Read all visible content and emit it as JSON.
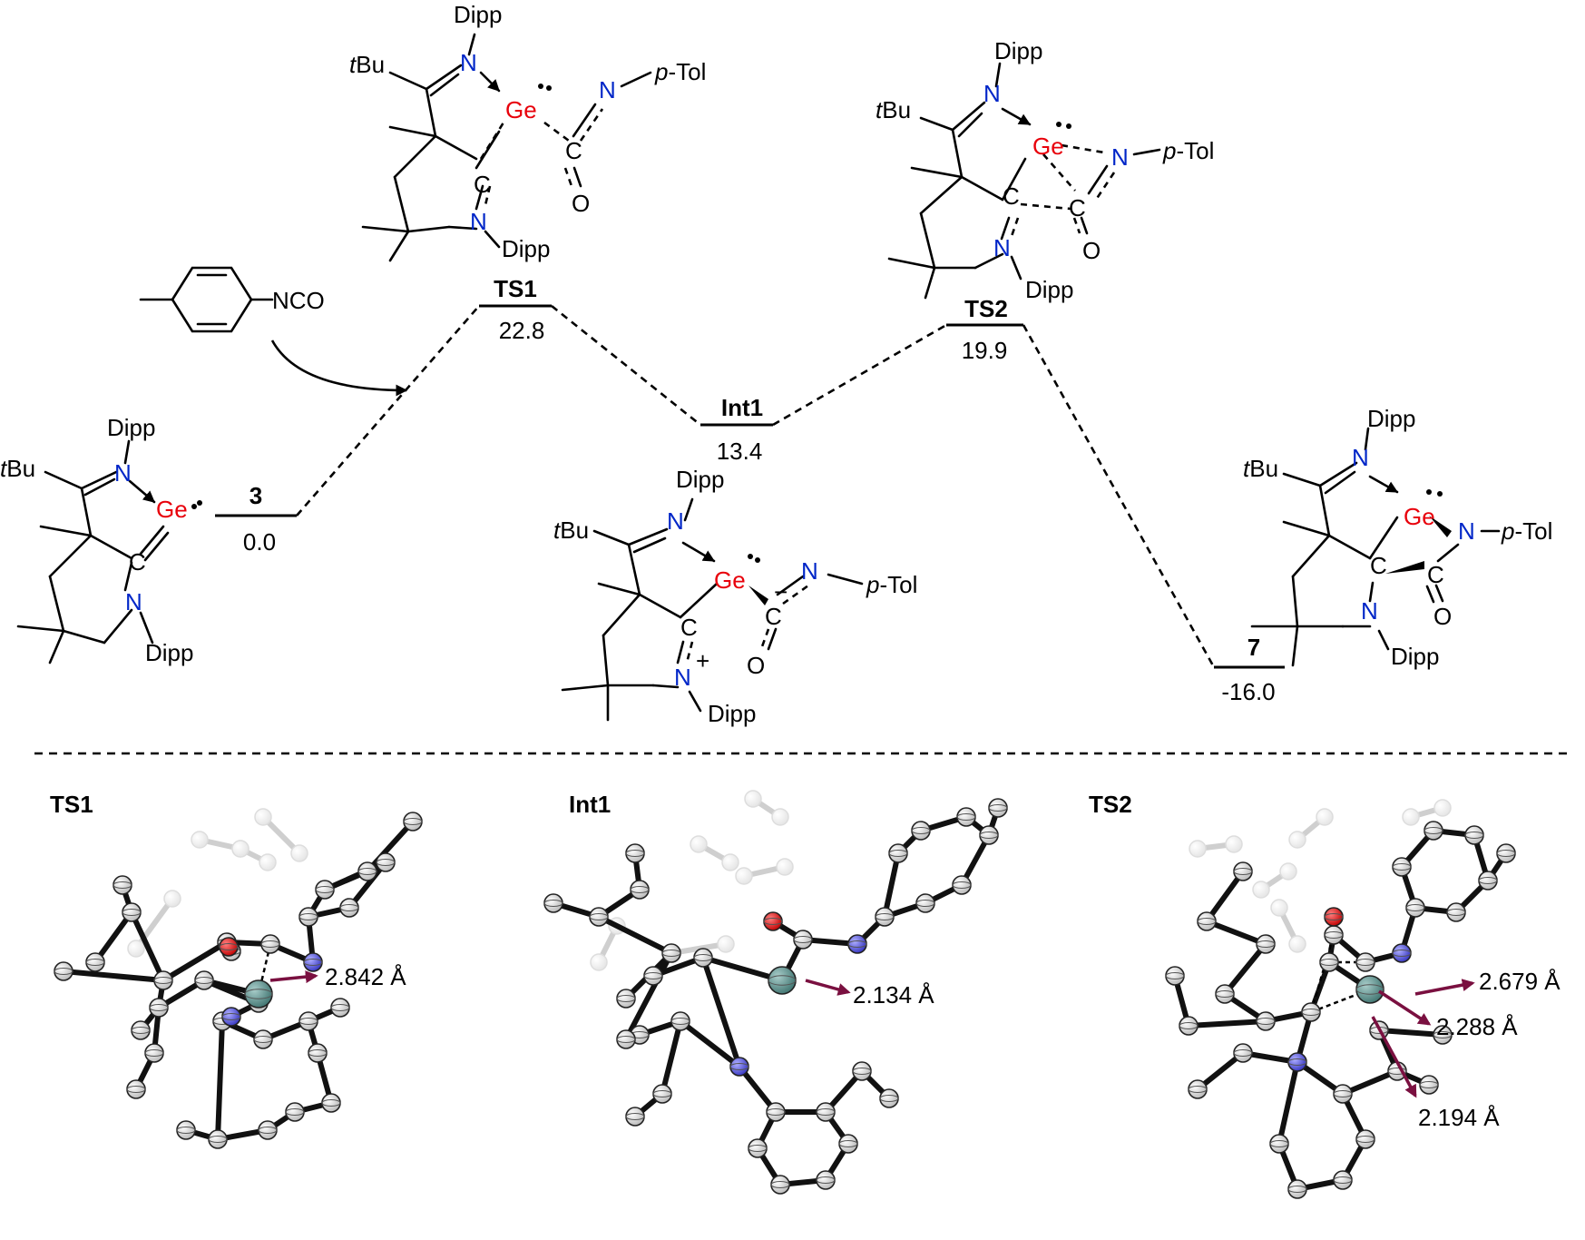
{
  "reagent": {
    "label": "NCO"
  },
  "levels": [
    {
      "id": "3",
      "name": "3",
      "energy": "0.0"
    },
    {
      "id": "TS1",
      "name": "TS1",
      "energy": "22.8"
    },
    {
      "id": "Int1",
      "name": "Int1",
      "energy": "13.4"
    },
    {
      "id": "TS2",
      "name": "TS2",
      "energy": "19.9"
    },
    {
      "id": "7",
      "name": "7",
      "energy": "-16.0"
    }
  ],
  "atoms": {
    "ge": "Ge",
    "n": "N",
    "c": "C",
    "o": "O",
    "dipp": "Dipp",
    "tbu_t": "t",
    "tbu_bu": "Bu",
    "p": "p",
    "tol": "-Tol",
    "plus": "+",
    "minus": "−"
  },
  "panels": [
    {
      "id": "TS1",
      "title": "TS1",
      "distances": [
        "2.842 Å"
      ]
    },
    {
      "id": "Int1",
      "title": "Int1",
      "distances": [
        "2.134 Å"
      ]
    },
    {
      "id": "TS2",
      "title": "TS2",
      "distances": [
        "2.679 Å",
        "2.288 Å",
        "2.194 Å"
      ]
    }
  ],
  "colors": {
    "germanium_label": "#e8000b",
    "nitrogen_label": "#0026c8",
    "arrow": "#7a1040",
    "ge_atom": "#5f9490",
    "n_atom": "#5a5ad8",
    "o_atom": "#e00000",
    "c_atom": "#e6e6e6"
  }
}
